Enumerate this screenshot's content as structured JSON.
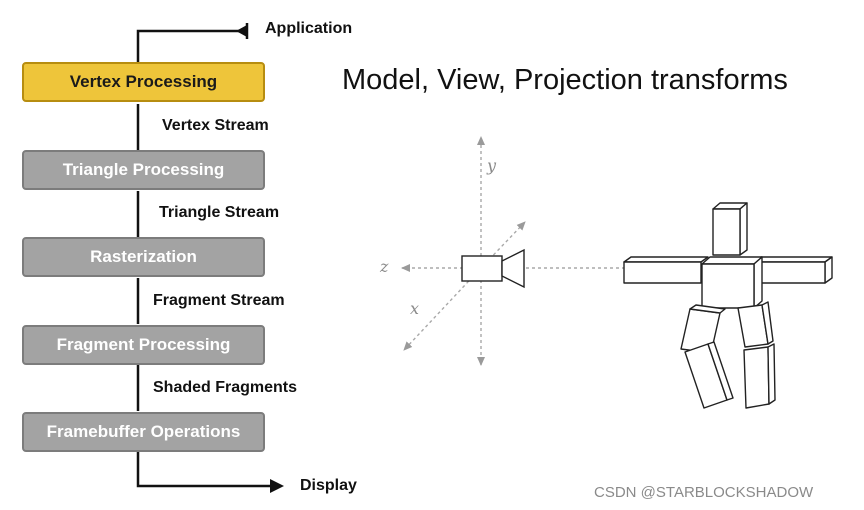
{
  "pipeline": {
    "input_label": "Application",
    "output_label": "Display",
    "stages": [
      {
        "label": "Vertex Processing"
      },
      {
        "label": "Triangle Processing"
      },
      {
        "label": "Rasterization"
      },
      {
        "label": "Fragment Processing"
      },
      {
        "label": "Framebuffer Operations"
      }
    ],
    "streams": [
      {
        "label": "Vertex Stream"
      },
      {
        "label": "Triangle Stream"
      },
      {
        "label": "Fragment Stream"
      },
      {
        "label": "Shaded Fragments"
      }
    ]
  },
  "figure": {
    "title": "Model, View, Projection transforms",
    "axes": {
      "y": "y",
      "z": "z",
      "x": "x"
    }
  },
  "watermark": "CSDN @STARBLOCKSHADOW",
  "colors": {
    "active_stage": "#eec53a",
    "inactive_stage": "#a3a3a3"
  }
}
